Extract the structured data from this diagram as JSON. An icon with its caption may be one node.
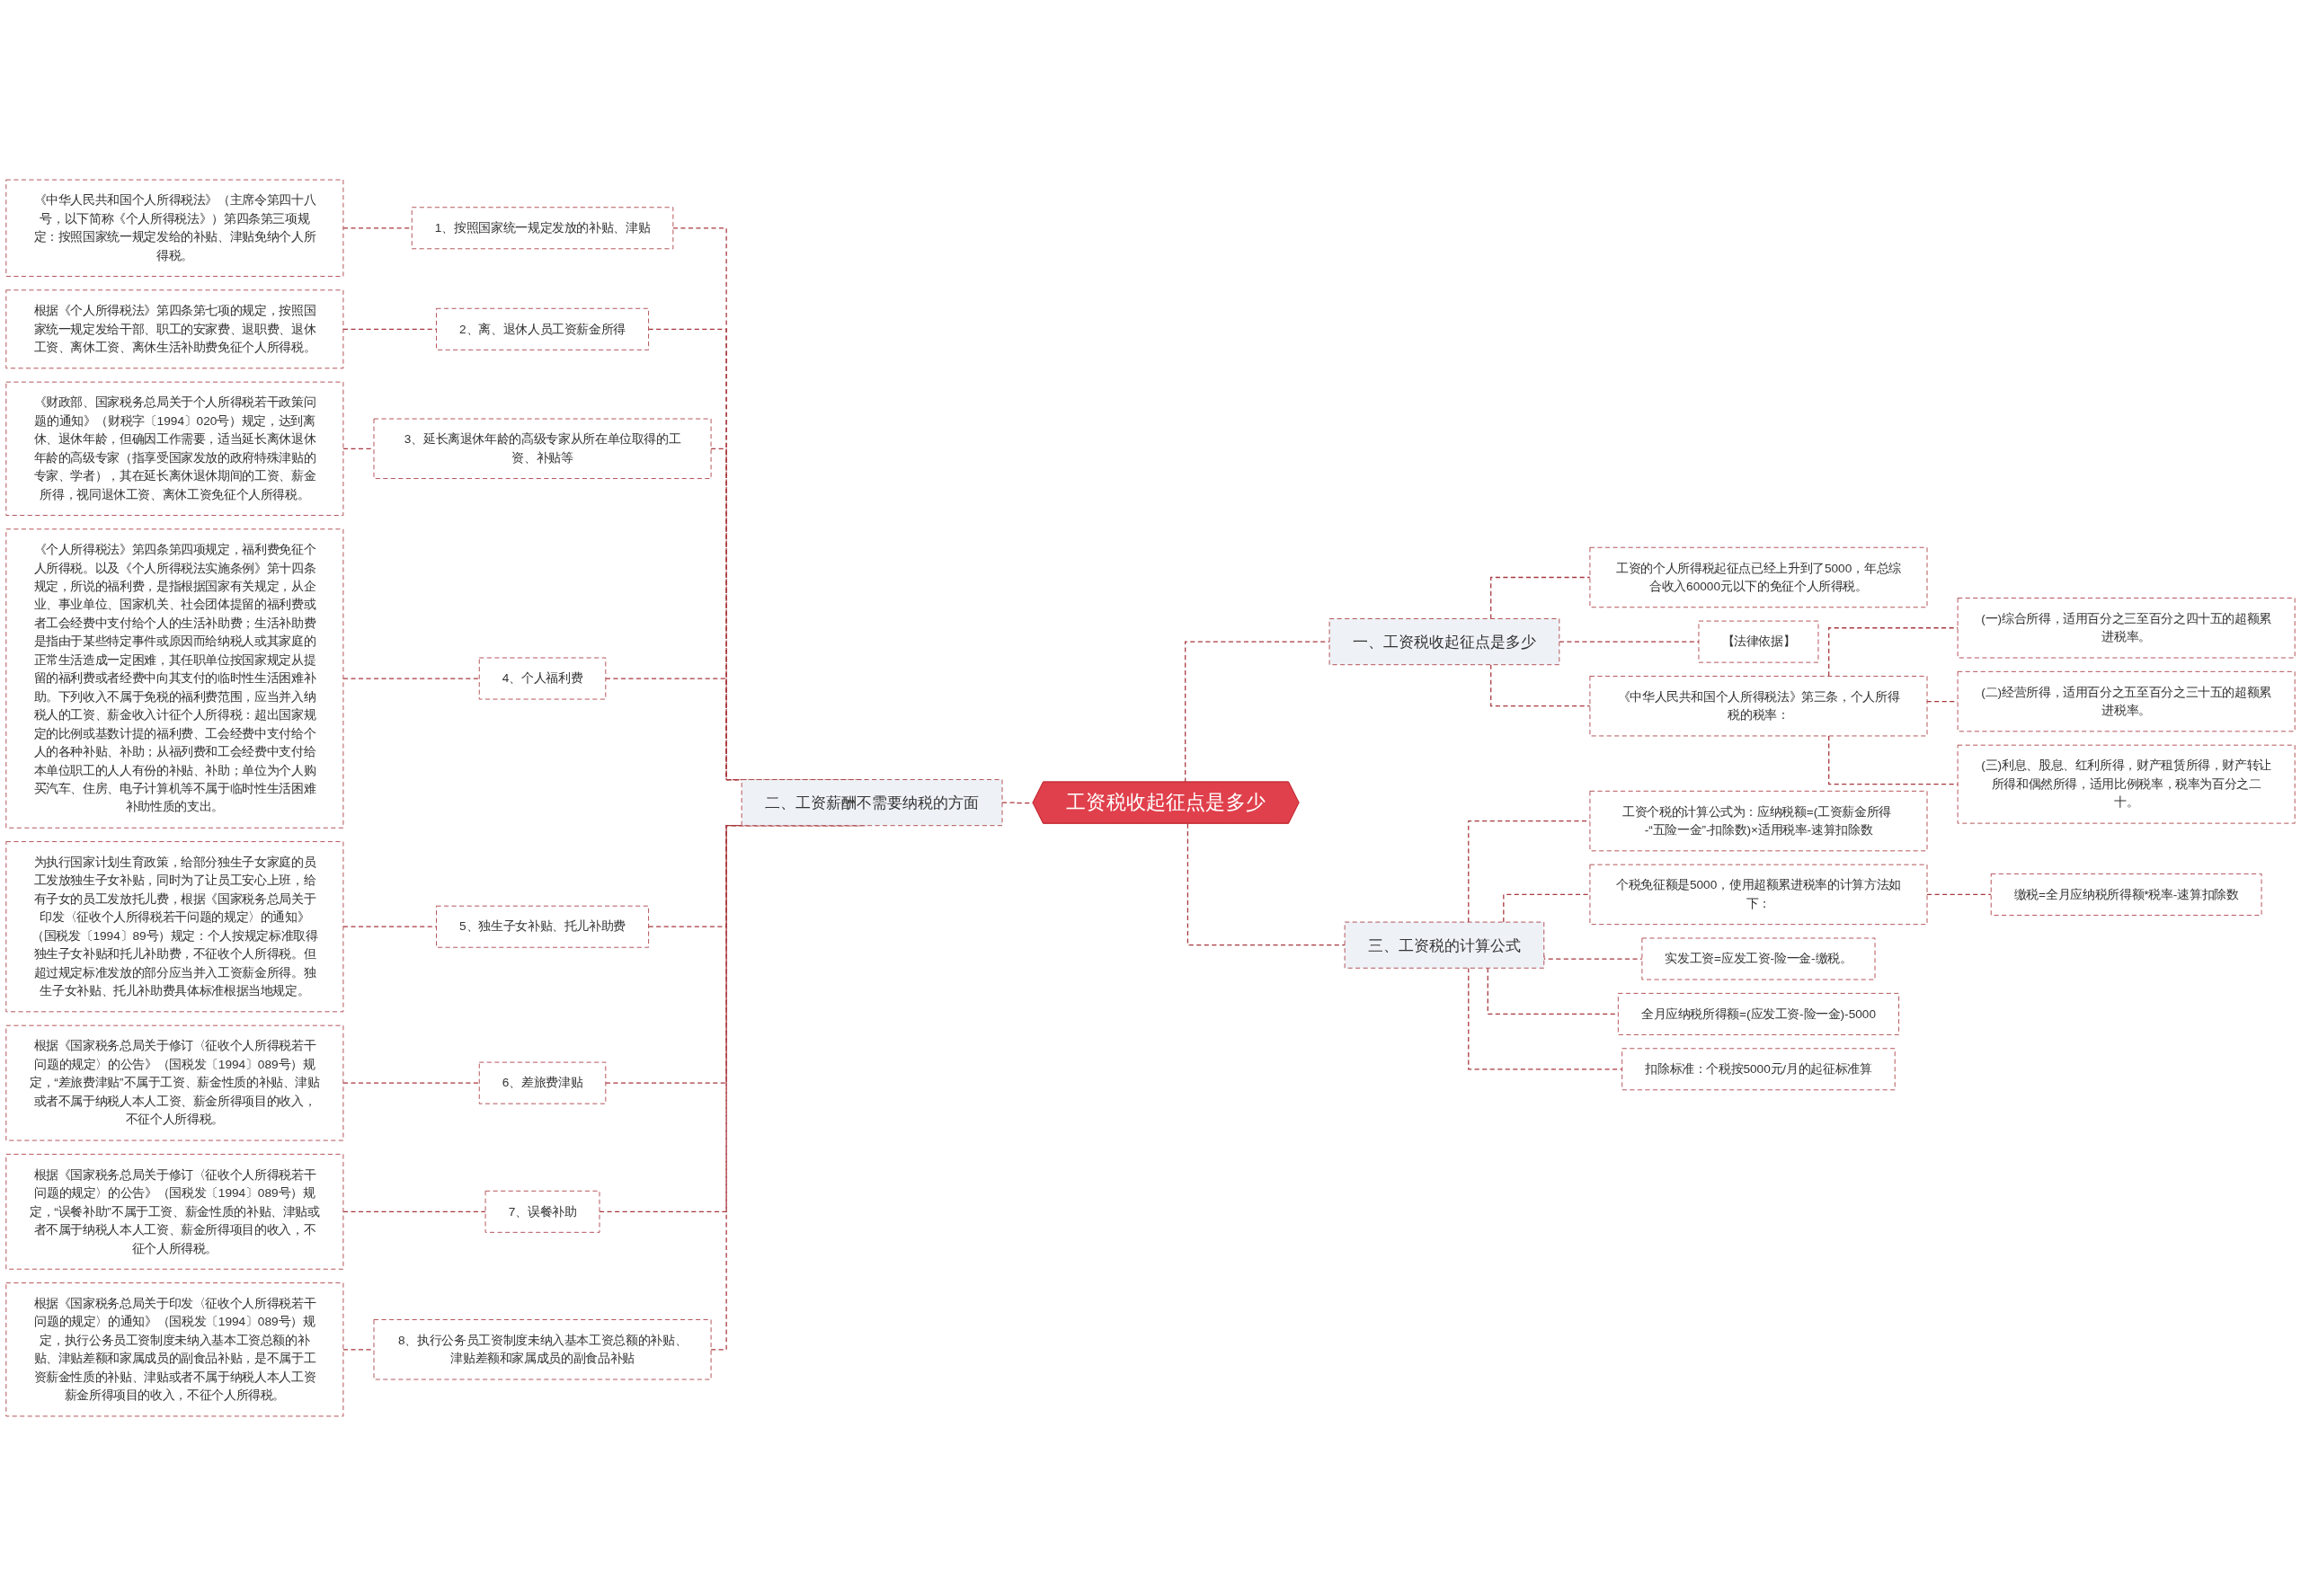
{
  "diagram": {
    "nodes": [
      {
        "text": [
          "工资税收起征点是多少"
        ]
      },
      {
        "text": [
          "二、工资薪酬不需要纳税的方面"
        ]
      },
      {
        "text": [
          "1、按照国家统一规定发放的补贴、津贴"
        ]
      },
      {
        "text": [
          "《中华人民共和国个人所得税法》（主席令第四十八号，以下简称《个人所得税法》）第四条第三项规定：按照国家统一规定发给的补贴、津贴免纳个人所得税。"
        ]
      },
      {
        "text": [
          "2、离、退休人员工资薪金所得"
        ]
      },
      {
        "text": [
          "根据《个人所得税法》第四条第七项的规定，按照国家统一规定发给干部、职工的安家费、退职费、退休工资、离休工资、离休生活补助费免征个人所得税。"
        ]
      },
      {
        "text": [
          "3、延长离退休年龄的高级专家从所在单位取得的工资、补贴等"
        ]
      },
      {
        "text": [
          "《财政部、国家税务总局关于个人所得税若干政策问题的通知》（财税字〔1994〕020号）规定，达到离休、退休年龄，但确因工作需要，适当延长离休退休年龄的高级专家（指享受国家发放的政府特殊津贴的专家、学者），其在延长离休退休期间的工资、薪金所得，视同退休工资、离休工资免征个人所得税。"
        ]
      },
      {
        "text": [
          "4、个人福利费"
        ]
      },
      {
        "text": [
          "《个人所得税法》第四条第四项规定，福利费免征个人所得税。以及《个人所得税法实施条例》第十四条规定，所说的福利费，是指根据国家有关规定，从企业、事业单位、国家机关、社会团体提留的福利费或者工会经费中支付给个人的生活补助费；生活补助费是指由于某些特定事件或原因而给纳税人或其家庭的正常生活造成一定困难，其任职单位按国家规定从提留的福利费或者经费中向其支付的临时性生活困难补助。下列收入不属于免税的福利费范围，应当并入纳税人的工资、薪金收入计征个人所得税：超出国家规定的比例或基数计提的福利费、工会经费中支付给个人的各种补贴、补助；从福列费和工会经费中支付给本单位职工的人人有份的补贴、补助；单位为个人购买汽车、住房、电子计算机等不属于临时性生活困难补助性质的支出。"
        ]
      },
      {
        "text": [
          "5、独生子女补贴、托儿补助费"
        ]
      },
      {
        "text": [
          "为执行国家计划生育政策，给部分独生子女家庭的员工发放独生子女补贴，同时为了让员工安心上班，给有子女的员工发放托儿费，根据《国家税务总局关于印发〈征收个人所得税若干问题的规定〉的通知》（国税发〔1994〕89号）规定：个人按规定标准取得独生子女补贴和托儿补助费，不征收个人所得税。但超过规定标准发放的部分应当并入工资薪金所得。独生子女补贴、托儿补助费具体标准根据当地规定。"
        ]
      },
      {
        "text": [
          "6、差旅费津贴"
        ]
      },
      {
        "text": [
          "根据《国家税务总局关于修订〈征收个人所得税若干问题的规定〉的公告》（国税发〔1994〕089号）规定，“差旅费津贴”不属于工资、薪金性质的补贴、津贴或者不属于纳税人本人工资、薪金所得项目的收入，不征个人所得税。"
        ]
      },
      {
        "text": [
          "7、误餐补助"
        ]
      },
      {
        "text": [
          "根据《国家税务总局关于修订〈征收个人所得税若干问题的规定〉的公告》（国税发〔1994〕089号）规定，“误餐补助”不属于工资、薪金性质的补贴、津贴或者不属于纳税人本人工资、薪金所得项目的收入，不征个人所得税。"
        ]
      },
      {
        "text": [
          "8、执行公务员工资制度未纳入基本工资总额的补贴、津贴差额和家属成员的副食品补贴"
        ]
      },
      {
        "text": [
          "根据《国家税务总局关于印发〈征收个人所得税若干问题的规定〉的通知》（国税发〔1994〕089号）规定，执行公务员工资制度未纳入基本工资总额的补贴、津贴差额和家属成员的副食品补贴，是不属于工资薪金性质的补贴、津贴或者不属于纳税人本人工资薪金所得项目的收入，不征个人所得税。"
        ]
      },
      {
        "text": [
          "一、工资税收起征点是多少"
        ]
      },
      {
        "text": [
          "工资的个人所得税起征点已经上升到了5000，年总综合收入60000元以下的免征个人所得税。"
        ]
      },
      {
        "text": [
          "【法律依据】"
        ]
      },
      {
        "text": [
          "《中华人民共和国个人所得税法》第三条，个人所得税的税率："
        ]
      },
      {
        "text": [
          "(一)综合所得，适用百分之三至百分之四十五的超额累进税率。"
        ]
      },
      {
        "text": [
          "(二)经营所得，适用百分之五至百分之三十五的超额累进税率。"
        ]
      },
      {
        "text": [
          "(三)利息、股息、红利所得，财产租赁所得，财产转让所得和偶然所得，适用比例税率，税率为百分之二十。"
        ]
      },
      {
        "text": [
          "三、工资税的计算公式"
        ]
      },
      {
        "text": [
          "工资个税的计算公式为：应纳税额=(工资薪金所得 -“五险一金”-扣除数)×适用税率-速算扣除数"
        ]
      },
      {
        "text": [
          "个税免征额是5000，使用超额累进税率的计算方法如下："
        ]
      },
      {
        "text": [
          "缴税=全月应纳税所得额*税率-速算扣除数"
        ]
      },
      {
        "text": [
          "实发工资=应发工资-险一金-缴税。"
        ]
      },
      {
        "text": [
          "全月应纳税所得额=(应发工资-险一金)-5000"
        ]
      },
      {
        "text": [
          "扣除标准：个税按5000元/月的起征标准算"
        ]
      }
    ],
    "edges": [
      {
        "from": 3,
        "to": 2,
        "arrow": "none",
        "style": "dashed"
      },
      {
        "from": 2,
        "to": 1,
        "arrow": "none",
        "style": "dashed"
      },
      {
        "from": 5,
        "to": 4,
        "arrow": "none",
        "style": "dashed"
      },
      {
        "from": 4,
        "to": 1,
        "arrow": "none",
        "style": "dashed"
      },
      {
        "from": 7,
        "to": 6,
        "arrow": "none",
        "style": "dashed"
      },
      {
        "from": 6,
        "to": 1,
        "arrow": "none",
        "style": "dashed"
      },
      {
        "from": 9,
        "to": 8,
        "arrow": "none",
        "style": "dashed"
      },
      {
        "from": 8,
        "to": 1,
        "arrow": "none",
        "style": "dashed"
      },
      {
        "from": 11,
        "to": 10,
        "arrow": "none",
        "style": "dashed"
      },
      {
        "from": 10,
        "to": 1,
        "arrow": "none",
        "style": "dashed"
      },
      {
        "from": 13,
        "to": 12,
        "arrow": "none",
        "style": "dashed"
      },
      {
        "from": 12,
        "to": 1,
        "arrow": "none",
        "style": "dashed"
      },
      {
        "from": 15,
        "to": 14,
        "arrow": "none",
        "style": "dashed"
      },
      {
        "from": 14,
        "to": 1,
        "arrow": "none",
        "style": "dashed"
      },
      {
        "from": 17,
        "to": 16,
        "arrow": "none",
        "style": "dashed"
      },
      {
        "from": 16,
        "to": 1,
        "arrow": "none",
        "style": "dashed"
      },
      {
        "from": 1,
        "to": 0,
        "arrow": "none",
        "style": "dashed"
      },
      {
        "from": 0,
        "to": 18,
        "arrow": "none",
        "style": "dashed"
      },
      {
        "from": 18,
        "to": 19,
        "arrow": "none",
        "style": "dashed"
      },
      {
        "from": 18,
        "to": 20,
        "arrow": "none",
        "style": "dashed"
      },
      {
        "from": 18,
        "to": 21,
        "arrow": "none",
        "style": "dashed"
      },
      {
        "from": 21,
        "to": 22,
        "arrow": "none",
        "style": "dashed"
      },
      {
        "from": 21,
        "to": 23,
        "arrow": "none",
        "style": "dashed"
      },
      {
        "from": 21,
        "to": 24,
        "arrow": "none",
        "style": "dashed"
      },
      {
        "from": 0,
        "to": 25,
        "arrow": "none",
        "style": "dashed"
      },
      {
        "from": 25,
        "to": 26,
        "arrow": "none",
        "style": "dashed"
      },
      {
        "from": 25,
        "to": 27,
        "arrow": "none",
        "style": "dashed"
      },
      {
        "from": 27,
        "to": 28,
        "arrow": "none",
        "style": "dashed"
      },
      {
        "from": 25,
        "to": 29,
        "arrow": "none",
        "style": "dashed"
      },
      {
        "from": 25,
        "to": 30,
        "arrow": "none",
        "style": "dashed"
      },
      {
        "from": 25,
        "to": 31,
        "arrow": "none",
        "style": "dashed"
      }
    ]
  }
}
